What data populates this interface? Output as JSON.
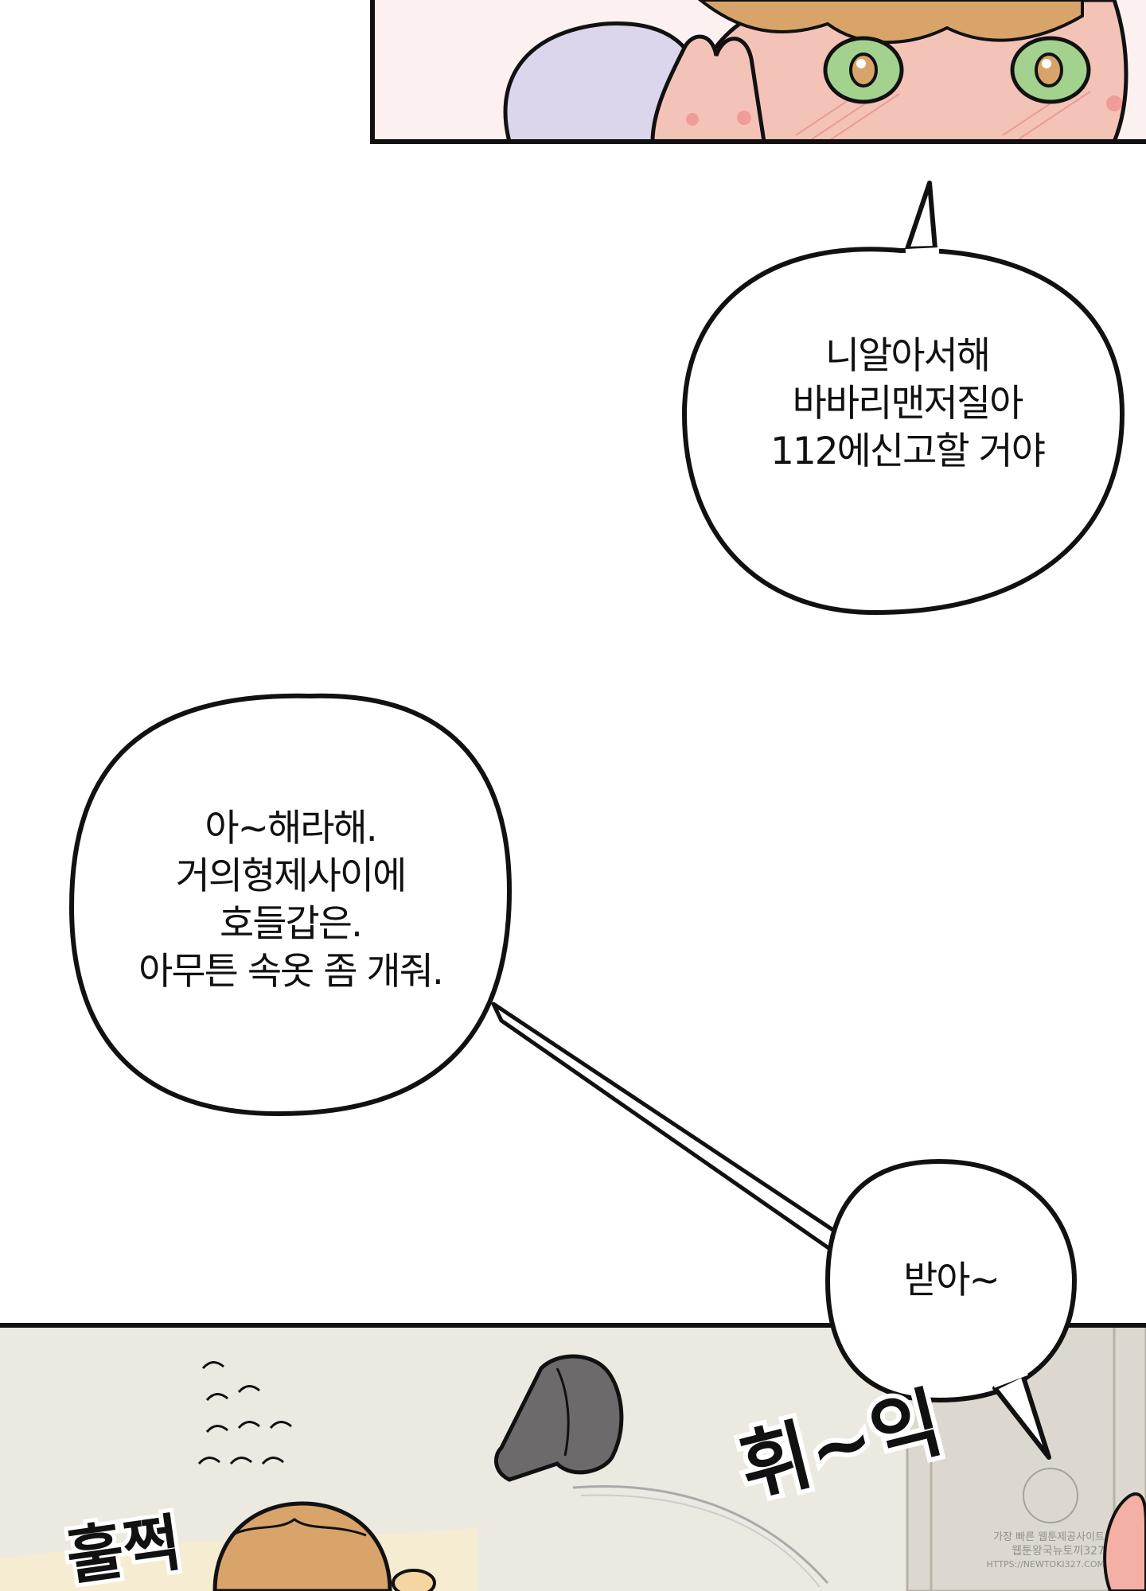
{
  "bubbles": {
    "top_right": {
      "lines": [
        "니알아서해",
        "바바리맨저질아",
        "112에신고할 거야"
      ]
    },
    "left": {
      "lines": [
        "아~해라해.",
        "거의형제사이에",
        "호들갑은.",
        "아무튼 속옷 좀 개줘."
      ]
    },
    "small_right": {
      "lines": [
        "받아~"
      ]
    }
  },
  "sfx": {
    "jump": "훌쩍",
    "whoosh": "휘~익"
  },
  "watermark": {
    "line1": "가장 빠른 웹툰제공사이트",
    "line2": "웹툰왕국뉴토끼327",
    "line3": "HTTPS://NEWTOKI327.COM"
  },
  "colors": {
    "ink": "#111111",
    "skin": "#f4c3b7",
    "blush": "#f29b9b",
    "hair": "#d8a46a",
    "eye": "#a3d28e",
    "sleeve": "#dcd6ec",
    "floor": "#ece9e1",
    "sock": "#6c6a6b"
  }
}
